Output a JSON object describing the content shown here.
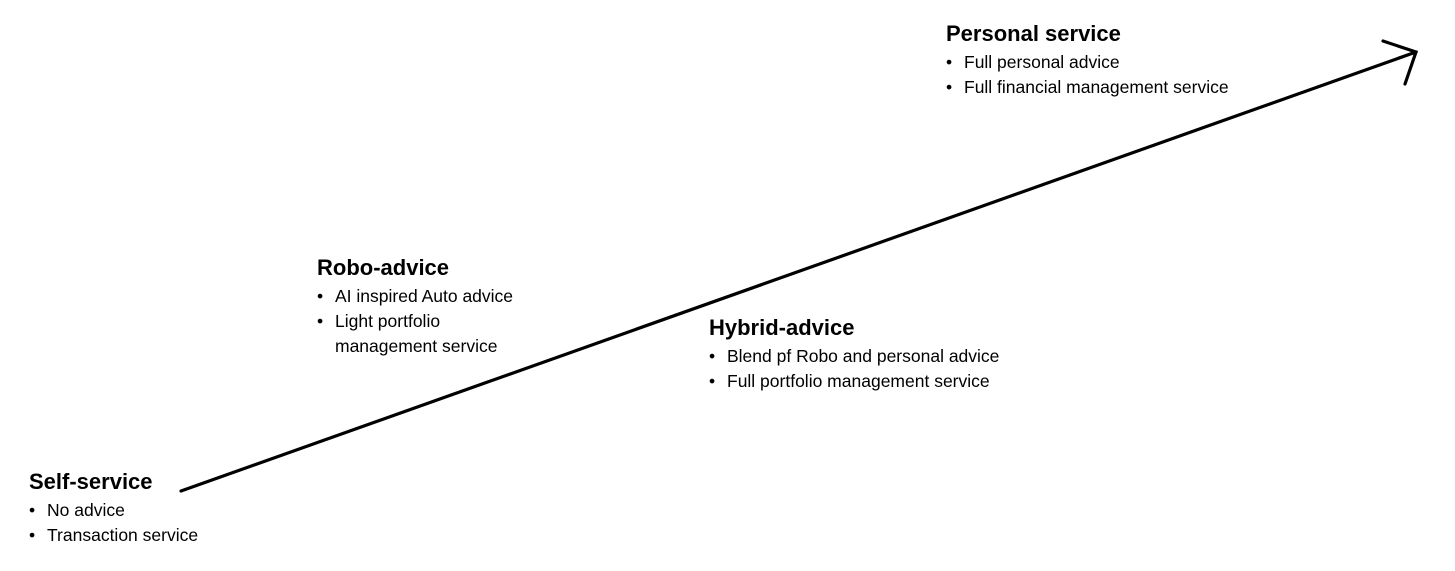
{
  "figure": {
    "background_color": "#ffffff",
    "text_color": "#000000",
    "bullet_char": "•",
    "arrow": {
      "color": "#000000"
    },
    "stages": [
      {
        "title": "Self-service",
        "bullets": [
          "No advice",
          "Transaction service"
        ]
      },
      {
        "title": "Robo-advice",
        "bullets": [
          "AI inspired Auto advice",
          "Light portfolio management service"
        ]
      },
      {
        "title": "Hybrid-advice",
        "bullets": [
          "Blend pf Robo and personal advice",
          "Full portfolio management service"
        ]
      },
      {
        "title": "Personal service",
        "bullets": [
          "Full personal advice",
          "Full financial management service"
        ]
      }
    ]
  }
}
